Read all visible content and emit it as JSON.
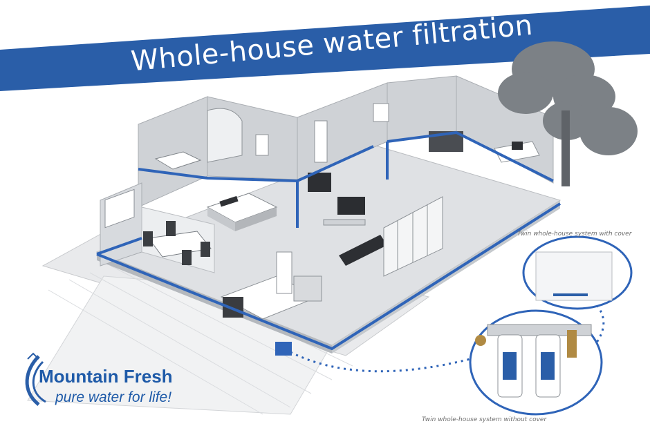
{
  "banner": {
    "title": "Whole-house water filtration"
  },
  "products": {
    "with_cover_caption": "Twin whole-house system with cover",
    "without_cover_caption": "Twin whole-house system without cover"
  },
  "brand": {
    "name": "Mountain Fresh",
    "tagline": "pure water for life!"
  },
  "colors": {
    "brand_blue": "#2a5ea8",
    "pipe_blue": "#2f64b8",
    "floor_gray": "#e6e7e9",
    "wall_gray": "#cfd2d6"
  }
}
